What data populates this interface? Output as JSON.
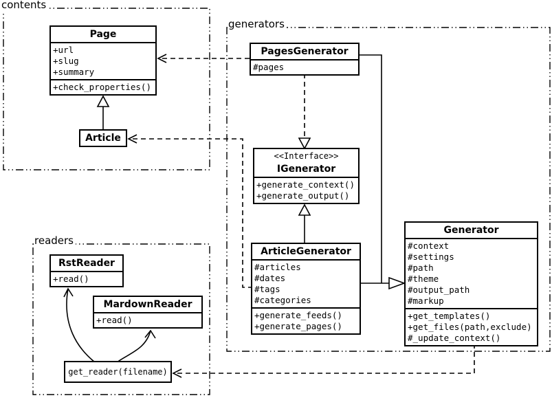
{
  "packages": {
    "contents": {
      "label": "contents"
    },
    "generators": {
      "label": "generators"
    },
    "readers": {
      "label": "readers"
    }
  },
  "classes": {
    "page": {
      "title": "Page",
      "attributes": [
        "+url",
        "+slug",
        "+summary"
      ],
      "methods": [
        "+check_properties()"
      ]
    },
    "article": {
      "title": "Article"
    },
    "pages_generator": {
      "title": "PagesGenerator",
      "attributes": [
        "#pages"
      ]
    },
    "igenerator": {
      "stereotype": "<<Interface>>",
      "title": "IGenerator",
      "methods": [
        "+generate_context()",
        "+generate_output()"
      ]
    },
    "article_generator": {
      "title": "ArticleGenerator",
      "attributes": [
        "#articles",
        "#dates",
        "#tags",
        "#categories"
      ],
      "methods": [
        "+generate_feeds()",
        "+generate_pages()"
      ]
    },
    "generator": {
      "title": "Generator",
      "attributes": [
        "#context",
        "#settings",
        "#path",
        "#theme",
        "#output_path",
        "#markup"
      ],
      "methods": [
        "+get_templates()",
        "+get_files(path,exclude)",
        "#_update_context()"
      ]
    },
    "rst_reader": {
      "title": "RstReader",
      "methods": [
        "+read()"
      ]
    },
    "markdown_reader": {
      "title": "MardownReader",
      "methods": [
        "+read()"
      ]
    },
    "get_reader": {
      "title": "get_reader(filename)"
    }
  },
  "colors": {
    "line": "#000000",
    "background": "#ffffff"
  }
}
